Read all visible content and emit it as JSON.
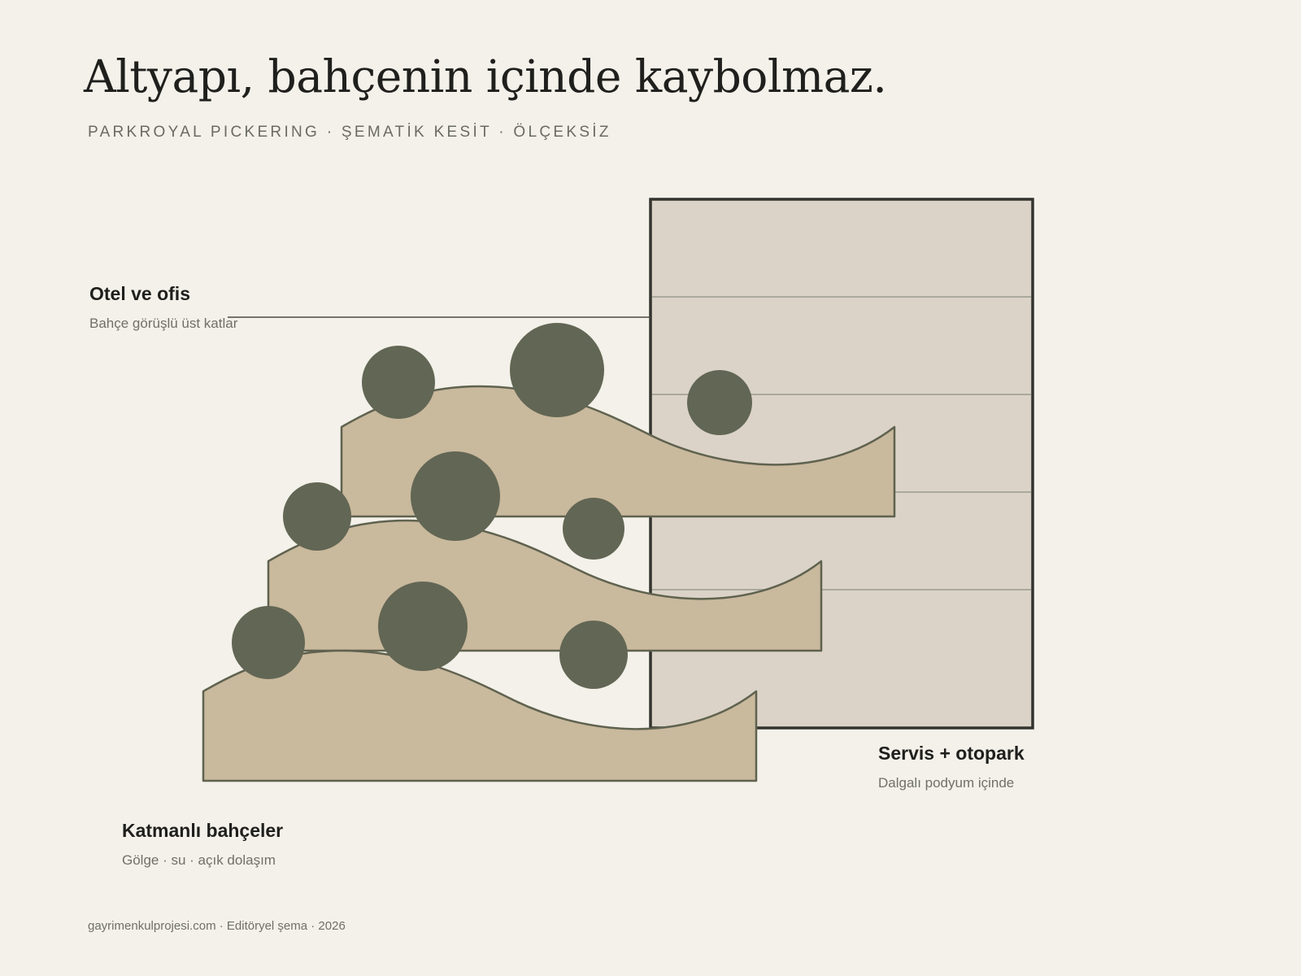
{
  "title": "Altyapı, bahçenin içinde kaybolmaz.",
  "subtitle": "PARKROYAL PICKERING · ŞEMATİK KESİT · ÖLÇEKSİZ",
  "labels": {
    "hotel": {
      "title": "Otel ve ofis",
      "subtitle": "Bahçe görüşlü üst katlar"
    },
    "service": {
      "title": "Servis + otopark",
      "subtitle": "Dalgalı podyum içinde"
    },
    "gardens": {
      "title": "Katmanlı bahçeler",
      "subtitle": "Gölge · su · açık dolaşım"
    }
  },
  "footer": "gayrimenkulprojesi.com · Editöryel şema · 2026",
  "colors": {
    "background": "#f3f1e9",
    "tower_fill": "#dbd3c7",
    "tower_stroke": "#33332f",
    "floor_lines": "#9a9a90",
    "terrace_fill": "#c9b99d",
    "terrace_stroke": "#5f624f",
    "tree_fill": "#626654",
    "leader_line": "#4a4a44"
  }
}
